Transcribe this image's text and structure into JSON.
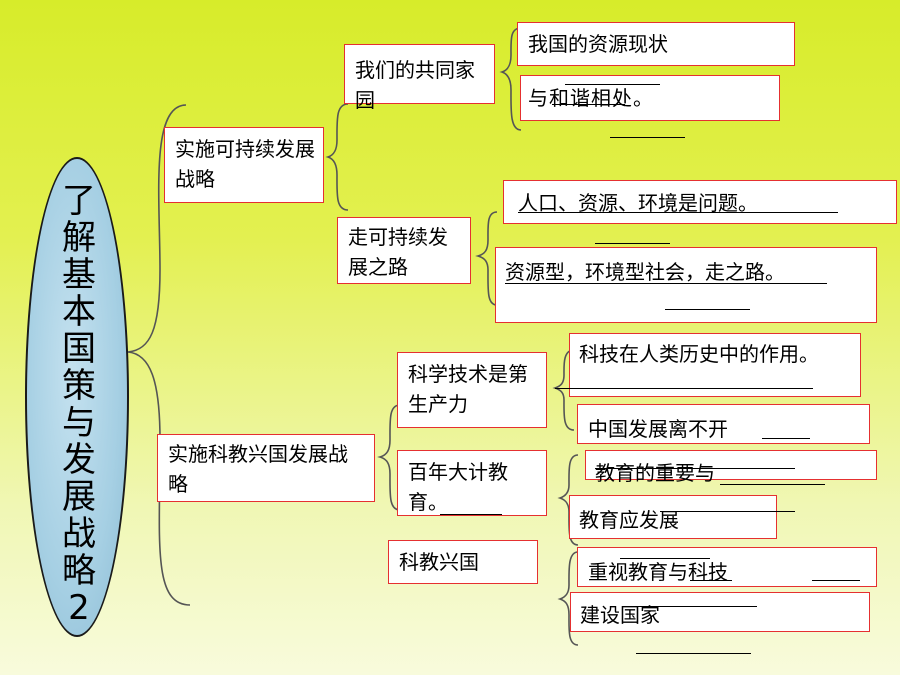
{
  "root": {
    "title": "了解基本国策与发展战略2"
  },
  "branches": [
    {
      "label": "实施可持续发展战略",
      "subs": [
        {
          "label": "我们的共同家园",
          "items": [
            "我国的资源现状",
            "与和谐相处。"
          ]
        },
        {
          "label": "走可持续发展之路",
          "items": [
            "人口、资源、环境是问题。",
            "资源型，环境型社会，走之路。"
          ]
        }
      ]
    },
    {
      "label": "实施科教兴国发展战略",
      "subs": [
        {
          "label": "科学技术是第生产力",
          "items": [
            "科技在人类历史中的作用。",
            "中国发展离不开"
          ]
        },
        {
          "label": "百年大计教育。",
          "items": [
            "教育的重要与",
            "教育应发展"
          ]
        },
        {
          "label": "科教兴国",
          "items": [
            "重视教育与科技",
            "建设国家"
          ]
        }
      ]
    }
  ]
}
